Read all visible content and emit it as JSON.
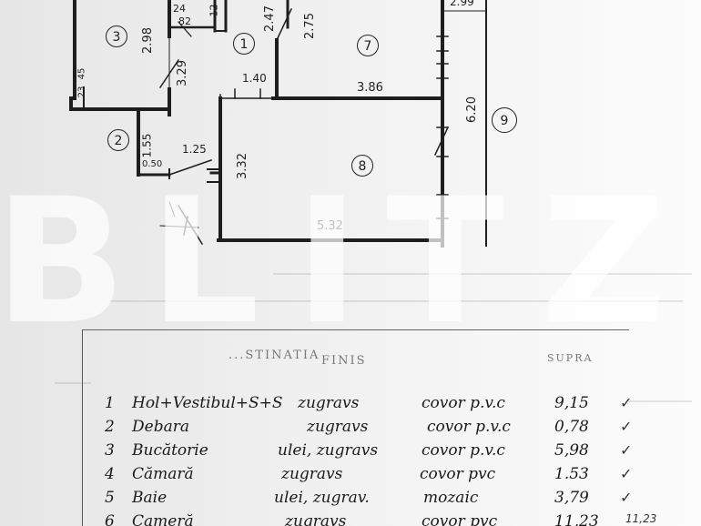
{
  "watermark": {
    "letters": [
      "B",
      "L",
      "I",
      "T",
      "Z"
    ]
  },
  "plan": {
    "rooms": [
      {
        "id": "room-3",
        "number": "3"
      },
      {
        "id": "room-1",
        "number": "1"
      },
      {
        "id": "room-7",
        "number": "7"
      },
      {
        "id": "room-2",
        "number": "2"
      },
      {
        "id": "room-8",
        "number": "8"
      },
      {
        "id": "room-9",
        "number": "9"
      }
    ],
    "dimensions": {
      "d_299": "2.99",
      "d_298": "2.98",
      "d_329": "3.29",
      "d_247": "2.47",
      "d_275": "2.75",
      "d_140": "1.40",
      "d_386": "3.86",
      "d_620": "6.20",
      "d_155": "1.55",
      "d_125": "1.25",
      "d_332": "3.32",
      "d_532": "5.32",
      "d_050": "0.50",
      "d_24": "24",
      "d_82": "82",
      "d_12": "12",
      "d_45": "45",
      "d_23": "23"
    }
  },
  "table": {
    "header_left": "...STINATIA",
    "header_mid": "FINIS",
    "header_right": "SUPRA",
    "rows": [
      {
        "nr": "1",
        "room": "Hol+Vestibul+S+S",
        "walls": "zugravs",
        "floor": "covor p.v.c",
        "area": "9,15",
        "mark": "✓"
      },
      {
        "nr": "2",
        "room": "Debara",
        "walls": "zugravs",
        "floor": "covor p.v.c",
        "area": "0,78",
        "mark": "✓"
      },
      {
        "nr": "3",
        "room": "Bucătorie",
        "walls": "ulei, zugravs",
        "floor": "covor p.v.c",
        "area": "5,98",
        "mark": "✓"
      },
      {
        "nr": "4",
        "room": "Cămară",
        "walls": "zugravs",
        "floor": "covor pvc",
        "area": "1.53",
        "mark": "✓"
      },
      {
        "nr": "5",
        "room": "Baie",
        "walls": "ulei, zugrav.",
        "floor": "mozaic",
        "area": "3,79",
        "mark": "✓"
      },
      {
        "nr": "6",
        "room": "Cameră",
        "walls": "zugravs",
        "floor": "covor pvc",
        "area": "11,23",
        "mark": "11,23"
      }
    ]
  }
}
